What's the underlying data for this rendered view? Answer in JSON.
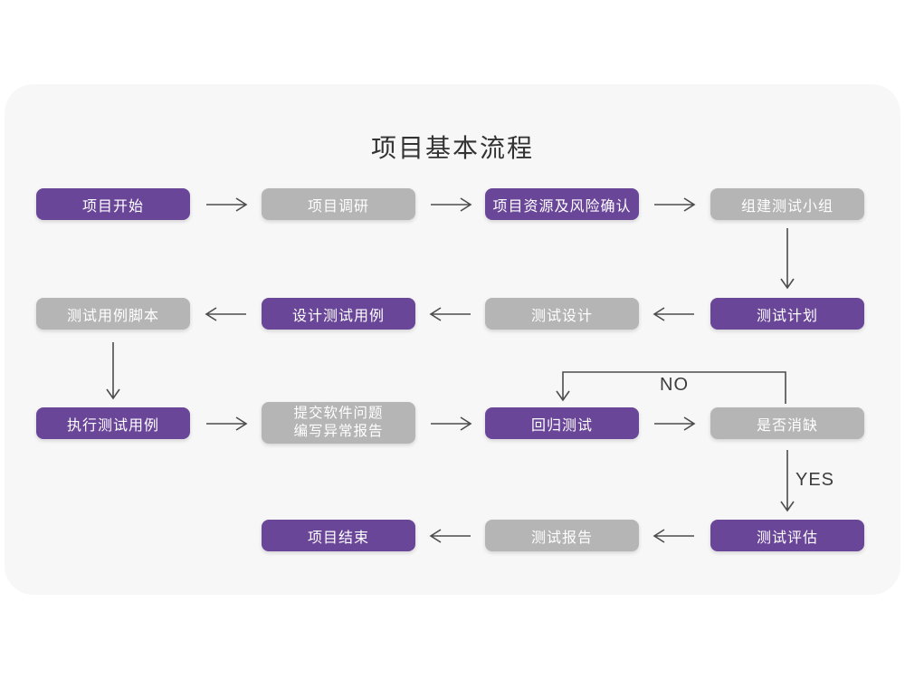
{
  "title": "项目基本流程",
  "colors": {
    "purple": "#6A4699",
    "gray": "#B5B5B5",
    "card_bg": "#F7F7F7",
    "arrow": "#4D4D4D",
    "title_color": "#333333",
    "edge_label_color": "#3D3D3D"
  },
  "labels": {
    "no": "NO",
    "yes": "YES"
  },
  "nodes": [
    {
      "label": "项目开始",
      "variant": "purple"
    },
    {
      "label": "项目调研",
      "variant": "gray"
    },
    {
      "label": "项目资源及风险确认",
      "variant": "purple"
    },
    {
      "label": "组建测试小组",
      "variant": "gray"
    },
    {
      "label": "测试用例脚本",
      "variant": "gray"
    },
    {
      "label": "设计测试用例",
      "variant": "purple"
    },
    {
      "label": "测试设计",
      "variant": "gray"
    },
    {
      "label": "测试计划",
      "variant": "purple"
    },
    {
      "label": "执行测试用例",
      "variant": "purple"
    },
    {
      "label_line1": "提交软件问题",
      "label_line2": "编写异常报告",
      "variant": "gray"
    },
    {
      "label": "回归测试",
      "variant": "purple"
    },
    {
      "label": "是否消缺",
      "variant": "gray"
    },
    {
      "label": "项目结束",
      "variant": "purple"
    },
    {
      "label": "测试报告",
      "variant": "gray"
    },
    {
      "label": "测试评估",
      "variant": "purple"
    }
  ]
}
